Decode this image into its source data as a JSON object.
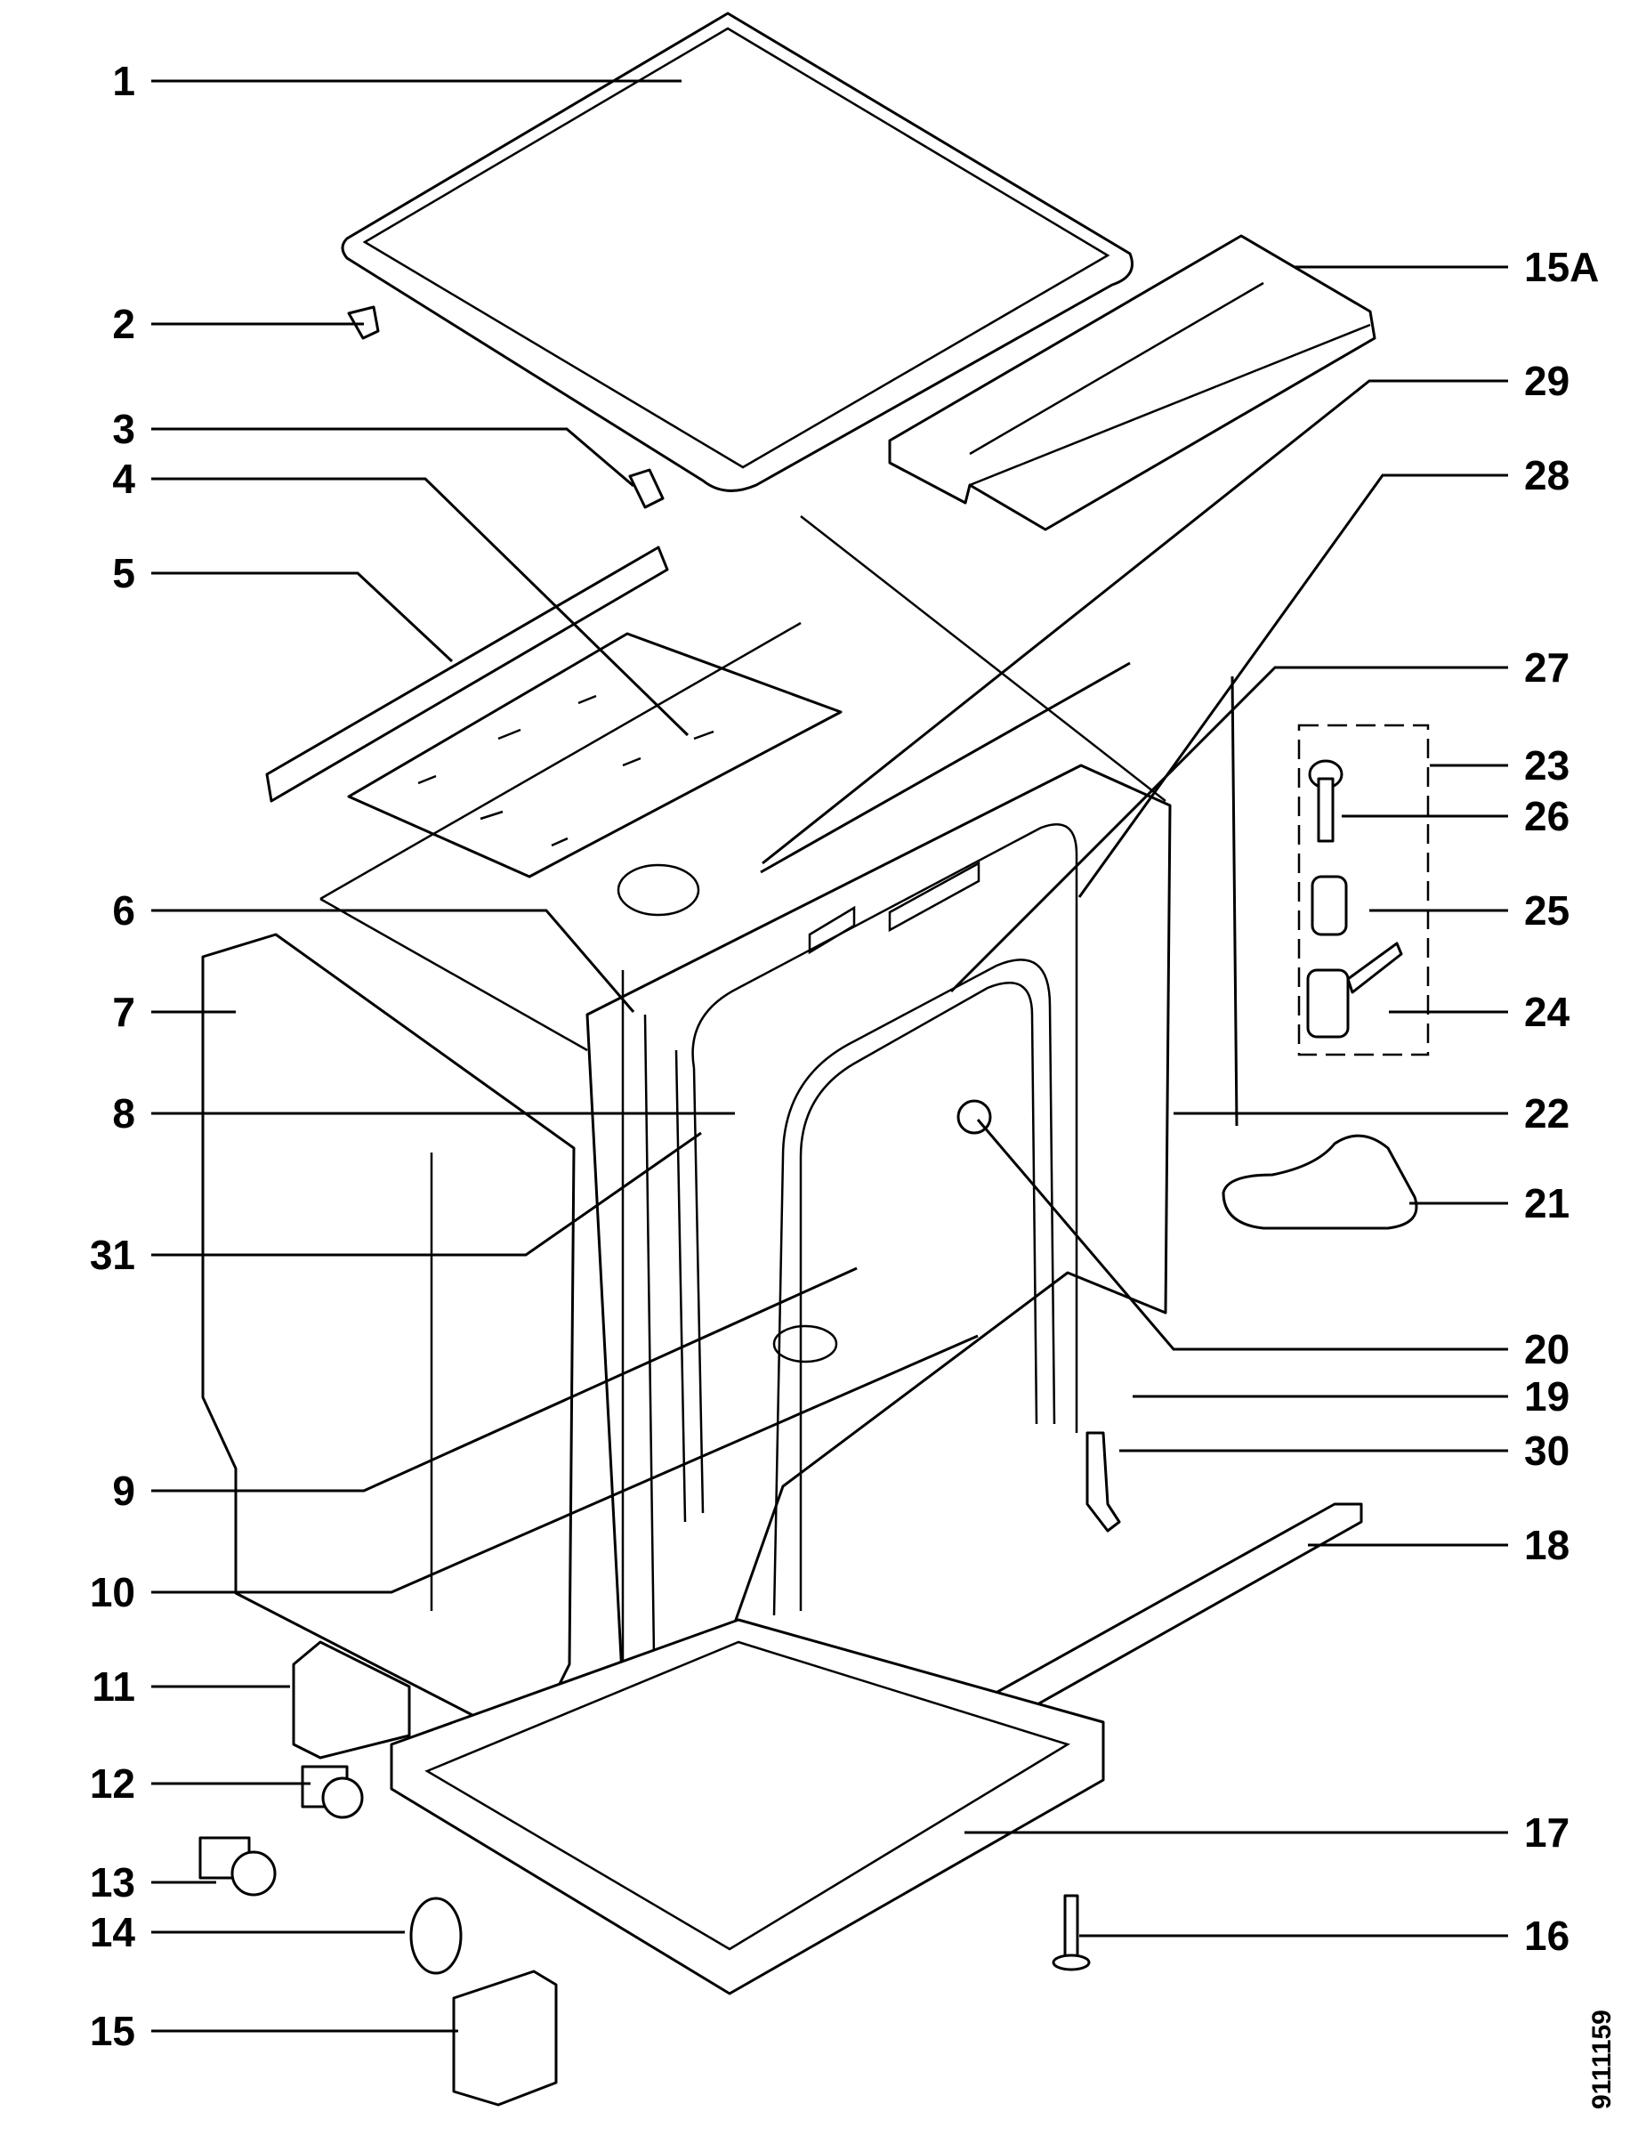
{
  "diagram": {
    "title": "Dishwasher cabinet exploded parts diagram",
    "drawing_code": "9111159",
    "callouts": [
      {
        "id": "1",
        "text": "1"
      },
      {
        "id": "2",
        "text": "2"
      },
      {
        "id": "3",
        "text": "3"
      },
      {
        "id": "4",
        "text": "4"
      },
      {
        "id": "5",
        "text": "5"
      },
      {
        "id": "6",
        "text": "6"
      },
      {
        "id": "7",
        "text": "7"
      },
      {
        "id": "8",
        "text": "8"
      },
      {
        "id": "31",
        "text": "31"
      },
      {
        "id": "9",
        "text": "9"
      },
      {
        "id": "10",
        "text": "10"
      },
      {
        "id": "11",
        "text": "11"
      },
      {
        "id": "12",
        "text": "12"
      },
      {
        "id": "13",
        "text": "13"
      },
      {
        "id": "14",
        "text": "14"
      },
      {
        "id": "15",
        "text": "15"
      },
      {
        "id": "15A",
        "text": "15A"
      },
      {
        "id": "29",
        "text": "29"
      },
      {
        "id": "28",
        "text": "28"
      },
      {
        "id": "27",
        "text": "27"
      },
      {
        "id": "23",
        "text": "23"
      },
      {
        "id": "26",
        "text": "26"
      },
      {
        "id": "25",
        "text": "25"
      },
      {
        "id": "24",
        "text": "24"
      },
      {
        "id": "22",
        "text": "22"
      },
      {
        "id": "21",
        "text": "21"
      },
      {
        "id": "20",
        "text": "20"
      },
      {
        "id": "19",
        "text": "19"
      },
      {
        "id": "30",
        "text": "30"
      },
      {
        "id": "18",
        "text": "18"
      },
      {
        "id": "17",
        "text": "17"
      },
      {
        "id": "16",
        "text": "16"
      }
    ]
  }
}
